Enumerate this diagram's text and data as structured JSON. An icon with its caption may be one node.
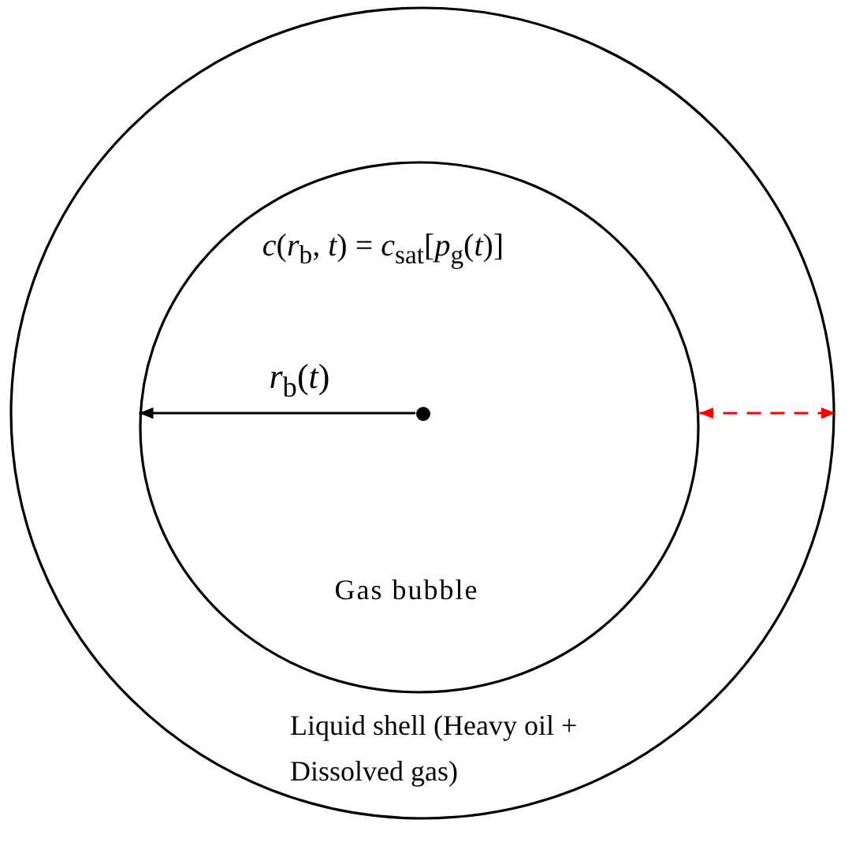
{
  "diagram": {
    "nodes": [
      {
        "text": [
          "Liquid shell (Heavy oil + Dissolved gas)"
        ]
      },
      {
        "text": [
          "*c*(*r*$_{b}$, *t*) = *c*$_{sat}$[*p*$_{g}$(*t*)]",
          "Gas bubble"
        ],
        "in": 0
      },
      {
        "text": [],
        "shape": "circle",
        "in": 1
      }
    ],
    "edges": [
      {
        "from": 2,
        "to": 1,
        "arrow": "to",
        "label": "*r*$_{b}$(*t*)"
      },
      {
        "from": 1,
        "to": 0,
        "arrow": "both",
        "style": "dashed",
        "color": "#ff0000"
      }
    ]
  }
}
